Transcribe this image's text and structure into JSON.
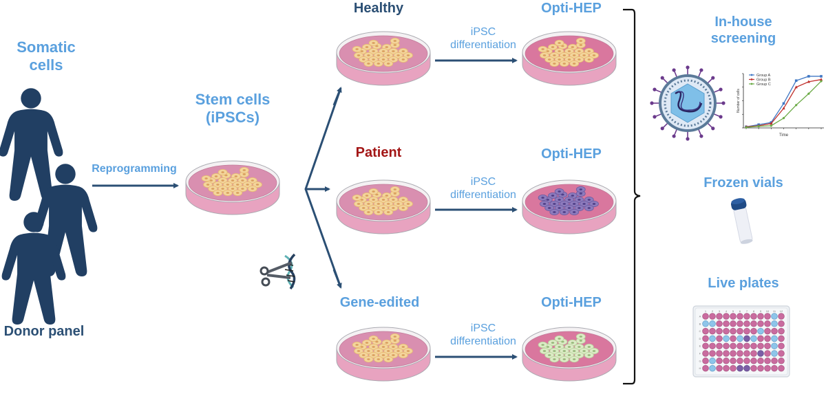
{
  "colors": {
    "light_blue_text": "#5aa0de",
    "dark_blue": "#2b4f74",
    "patient_red": "#a31616",
    "dish_pink": "#d98fb0",
    "cell_beige": "#f2d39a",
    "cell_purple": "#8c79b8",
    "cell_green": "#d9eac4"
  },
  "labels": {
    "somatic_cells": [
      "Somatic",
      "cells"
    ],
    "donor_panel": "Donor panel",
    "reprogramming": "Reprogramming",
    "stem_cells": [
      "Stem cells",
      "(iPSCs)"
    ],
    "healthy": "Healthy",
    "patient": "Patient",
    "gene_edited": "Gene-edited",
    "differentiation": [
      "iPSC",
      "differentiation"
    ],
    "opti_hep": "Opti-HEP",
    "in_house_screening": [
      "In-house",
      "screening"
    ],
    "frozen_vials": "Frozen vials",
    "live_plates": "Live plates"
  },
  "dishes": [
    {
      "id": "stem",
      "cells": "beige"
    },
    {
      "id": "healthy",
      "cells": "beige"
    },
    {
      "id": "patient",
      "cells": "beige"
    },
    {
      "id": "gene-edited",
      "cells": "beige"
    },
    {
      "id": "opti-hep-healthy",
      "cells": "beige"
    },
    {
      "id": "opti-hep-patient",
      "cells": "purple"
    },
    {
      "id": "opti-hep-gene-edited",
      "cells": "green"
    }
  ],
  "icons": {
    "donors": "person-silhouette-icon",
    "crispr": "scissors-dna-icon",
    "virus": "virus-icon",
    "vial": "cryovial-icon",
    "plate": "well-plate-icon"
  },
  "screening_chart": {
    "type": "line",
    "xlabel": "Time",
    "ylabel": "Number of cells",
    "legend": [
      "Group A",
      "Group B",
      "Group C"
    ],
    "series": [
      {
        "name": "Group A",
        "color": "#3f77c4",
        "marker": "square",
        "values": [
          0.02,
          0.06,
          0.1,
          0.45,
          0.87,
          0.95,
          0.95
        ]
      },
      {
        "name": "Group B",
        "color": "#c0302c",
        "marker": "triangle",
        "values": [
          0.02,
          0.04,
          0.08,
          0.36,
          0.75,
          0.85,
          0.89
        ]
      },
      {
        "name": "Group C",
        "color": "#6aaa45",
        "marker": "circle",
        "values": [
          0.01,
          0.03,
          0.04,
          0.18,
          0.42,
          0.63,
          0.86
        ]
      }
    ]
  },
  "live_plate": {
    "row_labels": [
      "A",
      "B",
      "C",
      "D",
      "E",
      "F",
      "G",
      "H"
    ],
    "col_labels": [
      "1",
      "2",
      "3",
      "4",
      "5",
      "6",
      "7",
      "8",
      "9",
      "10",
      "11",
      "12"
    ],
    "blue_wells": [
      "B1",
      "B2",
      "D2",
      "D6",
      "D8",
      "G2",
      "H2",
      "C9",
      "D11",
      "B11",
      "A11",
      "E11",
      "F11",
      "D4"
    ],
    "purple_wells": [
      "D7",
      "H6",
      "H7",
      "F9"
    ]
  }
}
